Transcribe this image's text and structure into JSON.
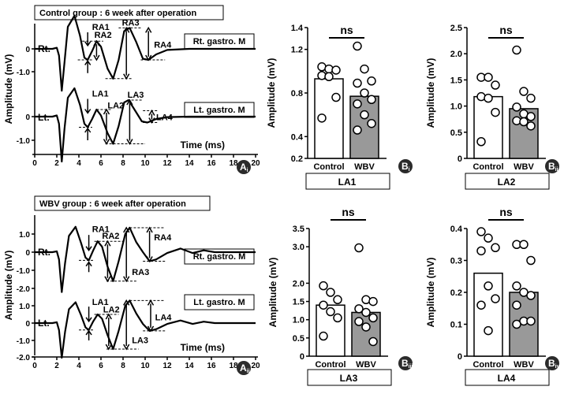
{
  "colors": {
    "ink": "#000000",
    "control_fill": "#ffffff",
    "wbv_fill": "#999999",
    "dot_fill": "#ffffff"
  },
  "time_axis": {
    "label": "Time (ms)",
    "ticks": [
      "0",
      "2",
      "4",
      "6",
      "8",
      "10",
      "12",
      "14",
      "16",
      "18",
      "20"
    ]
  },
  "trace_panels": [
    {
      "title": "Control group : 6 week after operation",
      "panel_label": "A",
      "panel_sub": "i",
      "ylabel": "Amplitude (mV)",
      "ticks": [
        "0",
        "-1.0",
        "0",
        "-1.0"
      ],
      "rows": [
        {
          "side": "Rt.",
          "muscle": "Rt. gastro. M",
          "peaks": [
            "RA1",
            "RA2",
            "RA3",
            "RA4"
          ]
        },
        {
          "side": "Lt.",
          "muscle": "Lt. gastro. M",
          "peaks": [
            "LA1",
            "LA2",
            "LA3",
            "LA4"
          ]
        }
      ]
    },
    {
      "title": "WBV group : 6 week after operation",
      "panel_label": "A",
      "panel_sub": "ii",
      "ylabel": "Amplitude (mV)",
      "ticks": [
        "1.0",
        "0",
        "-1.0",
        "-2.0",
        "1.0",
        "0",
        "-1.0",
        "-2.0"
      ],
      "rows": [
        {
          "side": "Rt.",
          "muscle": "Rt. gastro. M",
          "peaks": [
            "RA1",
            "RA2",
            "RA3",
            "RA4"
          ]
        },
        {
          "side": "Lt.",
          "muscle": "Lt. gastro. M",
          "peaks": [
            "LA1",
            "LA2",
            "LA3",
            "LA4"
          ]
        }
      ]
    }
  ],
  "chart_data": [
    {
      "type": "bar",
      "panel_label": "B",
      "panel_sub": "i",
      "footer": "LA1",
      "ylabel": "Amplitude (mV)",
      "ylim": [
        0.2,
        1.4
      ],
      "yticks": [
        "0.2",
        "0.4",
        "0.8",
        "1.2",
        "1.4"
      ],
      "ytick_values": [
        0.2,
        0.4,
        0.8,
        1.2,
        1.4
      ],
      "categories": [
        "Control",
        "WBV"
      ],
      "values": [
        0.93,
        0.77
      ],
      "significance": "ns",
      "points": [
        [
          1.04,
          1.02,
          1.01,
          0.96,
          0.95,
          0.76,
          0.57
        ],
        [
          1.23,
          1.02,
          0.91,
          0.89,
          0.8,
          0.74,
          0.7,
          0.6,
          0.52,
          0.46
        ]
      ]
    },
    {
      "type": "bar",
      "panel_label": "B",
      "panel_sub": "ii",
      "footer": "LA2",
      "ylabel": "Amplitude (mV)",
      "ylim": [
        0,
        2.5
      ],
      "yticks": [
        "0",
        "0.5",
        "1.0",
        "1.5",
        "2.0",
        "2.5"
      ],
      "ytick_values": [
        0,
        0.5,
        1.0,
        1.5,
        2.0,
        2.5
      ],
      "categories": [
        "Control",
        "WBV"
      ],
      "values": [
        1.18,
        0.95
      ],
      "significance": "ns",
      "points": [
        [
          1.55,
          1.55,
          1.4,
          1.18,
          1.15,
          0.88,
          0.32
        ],
        [
          2.07,
          1.28,
          1.15,
          0.98,
          0.85,
          0.8,
          0.72,
          0.7,
          0.62
        ]
      ]
    },
    {
      "type": "bar",
      "panel_label": "B",
      "panel_sub": "iii",
      "footer": "LA3",
      "ylabel": "Amplitude (mV)",
      "ylim": [
        0,
        3.5
      ],
      "yticks": [
        "0",
        "0.5",
        "1.0",
        "1.5",
        "2.0",
        "3.0",
        "3.5"
      ],
      "ytick_values": [
        0,
        0.5,
        1.0,
        1.5,
        2.0,
        3.0,
        3.5
      ],
      "categories": [
        "Control",
        "WBV"
      ],
      "values": [
        1.4,
        1.2
      ],
      "significance": "ns",
      "points": [
        [
          1.93,
          1.75,
          1.55,
          1.4,
          1.22,
          1.05,
          0.55
        ],
        [
          2.97,
          1.55,
          1.5,
          1.3,
          1.2,
          1.05,
          0.95,
          0.8,
          0.4
        ]
      ]
    },
    {
      "type": "bar",
      "panel_label": "B",
      "panel_sub": "iv",
      "footer": "LA4",
      "ylabel": "Amplitude (mV)",
      "ylim": [
        0,
        0.4
      ],
      "yticks": [
        "0",
        "0.1",
        "0.2",
        "0.3",
        "0.4"
      ],
      "ytick_values": [
        0,
        0.1,
        0.2,
        0.3,
        0.4
      ],
      "categories": [
        "Control",
        "WBV"
      ],
      "values": [
        0.26,
        0.2
      ],
      "significance": "ns",
      "points": [
        [
          0.39,
          0.37,
          0.34,
          0.33,
          0.22,
          0.18,
          0.16,
          0.08
        ],
        [
          0.35,
          0.35,
          0.3,
          0.22,
          0.2,
          0.19,
          0.16,
          0.11,
          0.11,
          0.1
        ]
      ]
    }
  ]
}
